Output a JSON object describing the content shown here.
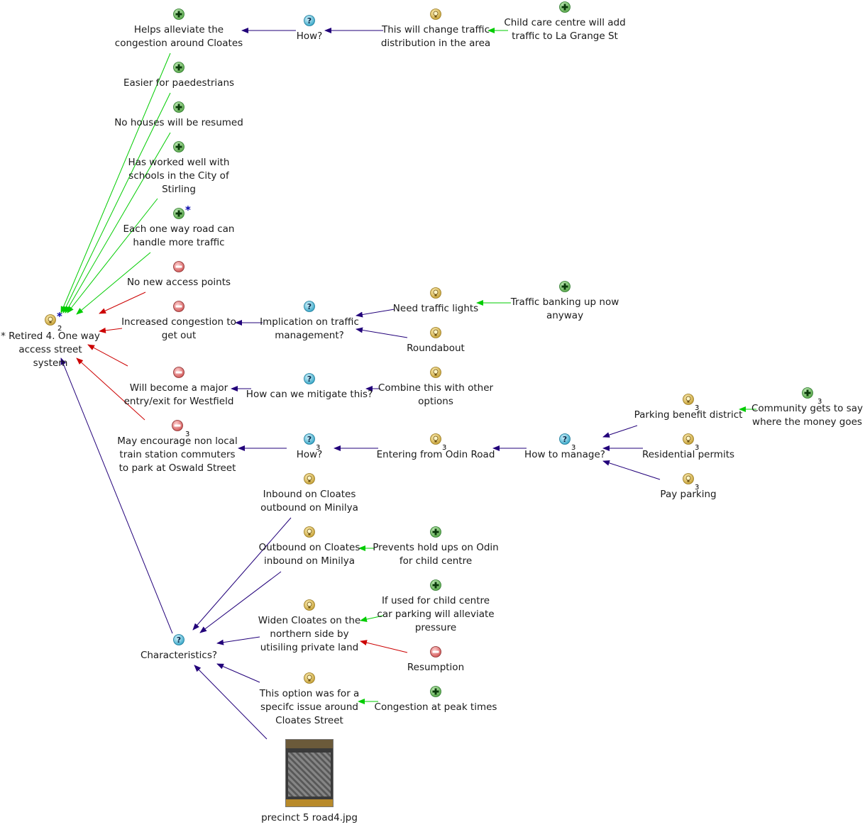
{
  "colors": {
    "pro": "#00cc00",
    "con": "#cc0000",
    "question": "#22007a",
    "neutral": "#22007a"
  },
  "nodes": {
    "root": {
      "label": "* Retired 4. One way access street system",
      "icon": "idea-icon",
      "badge": "2",
      "star": "*"
    },
    "alleviate": {
      "label": "Helps alleviate the congestion around Cloates",
      "icon": "pro-icon"
    },
    "how1": {
      "label": "How?",
      "icon": "question-icon"
    },
    "traffic_dist": {
      "label": "This will change traffic distribution in the area",
      "icon": "idea-icon"
    },
    "childcare_traffic": {
      "label": "Child care centre will add traffic to La Grange St",
      "icon": "pro-icon"
    },
    "pedestrians": {
      "label": "Easier for paedestrians",
      "icon": "pro-icon"
    },
    "no_houses": {
      "label": "No houses will be resumed",
      "icon": "pro-icon"
    },
    "worked_well": {
      "label": "Has worked well with schools in the City of Stirling",
      "icon": "pro-icon"
    },
    "handle_more": {
      "label": "Each one way road can handle more traffic",
      "icon": "pro-icon",
      "star": "*"
    },
    "no_access": {
      "label": "No new access points",
      "icon": "con-icon"
    },
    "congestion_out": {
      "label": "Increased congestion to get out",
      "icon": "con-icon"
    },
    "implication": {
      "label": "Implication on traffic management?",
      "icon": "question-icon"
    },
    "traffic_lights": {
      "label": "Need traffic lights",
      "icon": "idea-icon"
    },
    "banking_up": {
      "label": "Traffic banking up now anyway",
      "icon": "pro-icon"
    },
    "roundabout": {
      "label": "Roundabout",
      "icon": "idea-icon"
    },
    "major_entry": {
      "label": "Will become a major entry/exit for Westfield",
      "icon": "con-icon"
    },
    "mitigate": {
      "label": "How can we mitigate this?",
      "icon": "question-icon"
    },
    "combine": {
      "label": "Combine this with other options",
      "icon": "idea-icon"
    },
    "commuters": {
      "label": "May encourage non local train station commuters to park at Oswald Street",
      "icon": "con-icon",
      "badge": "3"
    },
    "how2": {
      "label": "How?",
      "icon": "question-icon",
      "badge": "3"
    },
    "odin_entry": {
      "label": "Entering from Odin Road",
      "icon": "idea-icon",
      "badge": "3"
    },
    "how_manage": {
      "label": "How to manage?",
      "icon": "question-icon",
      "badge": "3"
    },
    "parking_district": {
      "label": "Parking benefit district",
      "icon": "idea-icon",
      "badge": "3"
    },
    "community_say": {
      "label": "Community gets to say where the money goes",
      "icon": "pro-icon",
      "badge": "3"
    },
    "residential": {
      "label": "Residential permits",
      "icon": "idea-icon",
      "badge": "3"
    },
    "pay_parking": {
      "label": "Pay parking",
      "icon": "idea-icon",
      "badge": "3"
    },
    "inbound_cloates": {
      "label": "Inbound on Cloates outbound on Minilya",
      "icon": "idea-icon"
    },
    "outbound_cloates": {
      "label": "Outbound on Cloates inbound on Minilya",
      "icon": "idea-icon"
    },
    "hold_ups": {
      "label": "Prevents hold ups on Odin for child centre",
      "icon": "pro-icon"
    },
    "characteristics": {
      "label": "Characteristics?",
      "icon": "question-icon"
    },
    "widen": {
      "label": "Widen Cloates on the northern side by utisiling private land",
      "icon": "idea-icon"
    },
    "car_parking": {
      "label": "If used for child centre car parking will alleviate pressure",
      "icon": "pro-icon"
    },
    "resumption": {
      "label": "Resumption",
      "icon": "con-icon"
    },
    "specific_issue": {
      "label": "This option was for a specifc issue around Cloates Street",
      "icon": "idea-icon"
    },
    "peak_times": {
      "label": "Congestion at peak times",
      "icon": "pro-icon"
    },
    "image": {
      "label": "precinct 5 road4.jpg",
      "icon": "image-thumbnail"
    }
  }
}
